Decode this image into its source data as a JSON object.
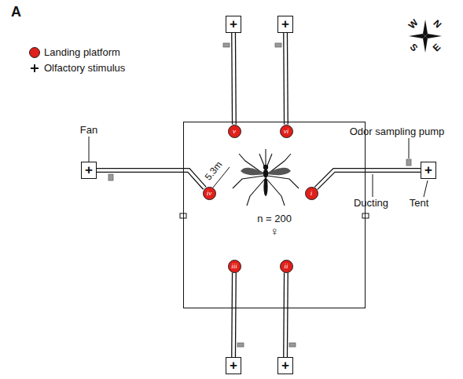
{
  "diagram": {
    "nodes": [
      {
        "text": [
          "n = 200",
          "♀"
        ]
      },
      {
        "text": [
          "i"
        ],
        "in": 0
      },
      {
        "text": [
          "ii"
        ],
        "in": 0
      },
      {
        "text": [
          "iii"
        ],
        "in": 0
      },
      {
        "text": [
          "iv"
        ],
        "in": 0
      },
      {
        "text": [
          "v"
        ],
        "in": 0
      },
      {
        "text": [
          "vi"
        ],
        "in": 0
      },
      {
        "text": [
          "+"
        ]
      },
      {
        "text": [
          "+"
        ]
      },
      {
        "text": [
          "+"
        ]
      },
      {
        "text": [
          "+"
        ]
      },
      {
        "text": [
          "+"
        ]
      },
      {
        "text": [
          "+"
        ]
      }
    ],
    "edges": [
      {
        "from": 7,
        "to": 5,
        "arrow": "none"
      },
      {
        "from": 8,
        "to": 6,
        "arrow": "none"
      },
      {
        "from": 9,
        "to": 4,
        "arrow": "none"
      },
      {
        "from": 10,
        "to": 1,
        "arrow": "none"
      },
      {
        "from": 11,
        "to": 3,
        "arrow": "none"
      },
      {
        "from": 12,
        "to": 2,
        "arrow": "none"
      }
    ],
    "labels": [
      "A",
      "Fan",
      "Odor sampling pump",
      "Ducting",
      "Tent",
      "5.3m",
      "W",
      "N",
      "S",
      "E"
    ],
    "legend": [
      {
        "text": "Landing platform",
        "color": "#e0201b"
      },
      {
        "text": "Olfactory stimulus"
      }
    ]
  }
}
